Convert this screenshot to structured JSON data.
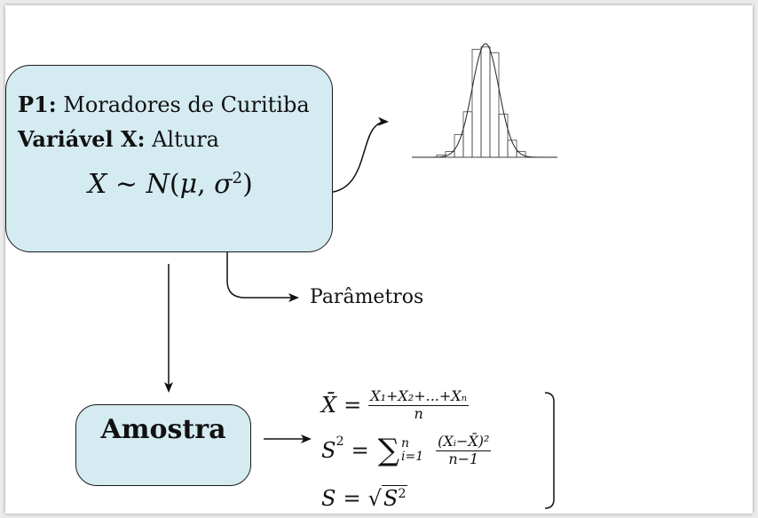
{
  "population": {
    "label_bold": "P1:",
    "label_text": "Moradores de Curitiba",
    "variable_bold": "Variável X:",
    "variable_text": "Altura",
    "formula": {
      "X": "X",
      "sim": "∼",
      "N": "N",
      "open": "(",
      "mu": "μ",
      "comma": ",",
      "sigma": "σ",
      "exp": "2",
      "close": ")"
    }
  },
  "parameters_label": "Parâmetros",
  "sample_label": "Amostra",
  "statistics": {
    "mean": {
      "lhs": "X̄",
      "eq": "=",
      "num": "X₁+X₂+...+Xₙ",
      "den": "n"
    },
    "variance": {
      "lhs_base": "S",
      "lhs_exp": "2",
      "eq": "=",
      "sum": "∑",
      "upper": "n",
      "lower": "i=1",
      "num": "(Xᵢ−X̄)²",
      "den": "n−1"
    },
    "sd": {
      "lhs": "S",
      "eq": "=",
      "sqrt": "√",
      "radicand_base": "S",
      "radicand_exp": "2"
    }
  },
  "colors": {
    "box_fill": "#d5ebf2",
    "stroke": "#1a1a1a"
  },
  "histogram": {
    "bar_heights": [
      0,
      0.02,
      0.05,
      0.2,
      0.4,
      0.95,
      0.97,
      0.92,
      0.38,
      0.15,
      0.05,
      0
    ],
    "curve": "normal"
  }
}
